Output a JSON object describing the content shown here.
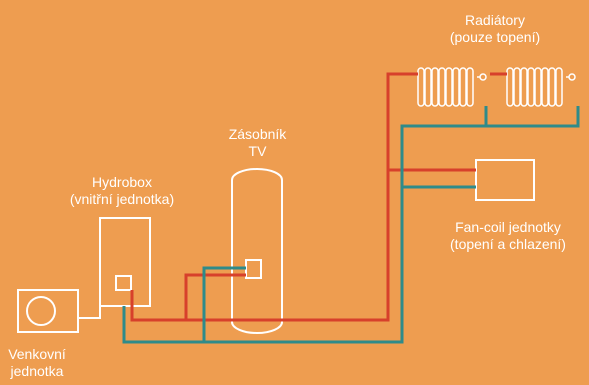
{
  "labels": {
    "radiators_l1": "Radiátory",
    "radiators_l2": "(pouze topení)",
    "tank_l1": "Zásobník",
    "tank_l2": "TV",
    "hydrobox_l1": "Hydrobox",
    "hydrobox_l2": "(vnitřní jednotka)",
    "fancoil_l1": "Fan-coil jednotky",
    "fancoil_l2": "(topení a chlazení)",
    "outdoor_l1": "Venkovní",
    "outdoor_l2": "jednotka"
  },
  "colors": {
    "background": "#EE9D50",
    "outline": "#ffffff",
    "supply_pipe": "#D7402B",
    "return_pipe": "#2E8B8A"
  }
}
